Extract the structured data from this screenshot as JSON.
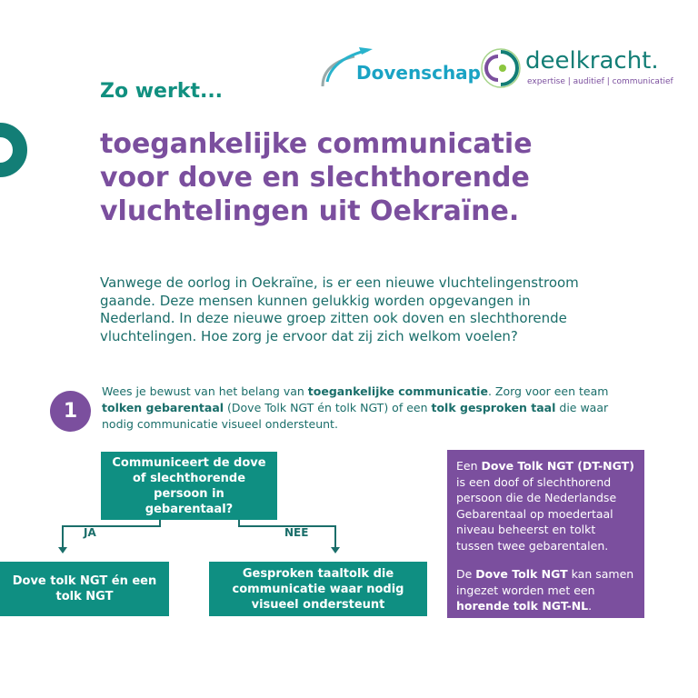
{
  "header": {
    "kicker": "Zo werkt...",
    "logos": {
      "dovenschap": "Dovenschap",
      "deelkracht": "deelkracht.",
      "deelkracht_tagline": "expertise | auditief | communicatief"
    }
  },
  "title": [
    "toegankelijke communicatie",
    "voor dove en slechthorende",
    "vluchtelingen uit Oekraïne."
  ],
  "intro": "Vanwege de oorlog in Oekraïne, is er een nieuwe vluchtelingenstroom gaande. Deze mensen kunnen gelukkig worden opgevangen in Nederland. In deze nieuwe groep zitten ook doven en slechthorende vluchtelingen. Hoe zorg je ervoor dat zij zich welkom voelen?",
  "step": {
    "number": "1",
    "t1": "Wees je bewust van het belang van ",
    "b1": "toegankelijke communicatie",
    "t2": ". Zorg voor een team ",
    "b2": "tolken gebarentaal",
    "t3": " (Dove Tolk NGT én tolk NGT) of een ",
    "b3": "tolk gesproken taal",
    "t4": " die waar nodig communicatie visueel ondersteunt."
  },
  "flow": {
    "question": "Communiceert de dove of slechthorende persoon in gebarentaal?",
    "yes_label": "JA",
    "no_label": "NEE",
    "yes_result": "Dove tolk NGT én een tolk NGT",
    "no_result": "Gesproken taaltolk die communicatie waar nodig visueel ondersteunt"
  },
  "info": {
    "p1a": "Een ",
    "p1b": "Dove Tolk NGT (DT-NGT)",
    "p1c": " is een doof of slechthorend persoon die de Nederlandse Gebarentaal op moedertaal niveau beheerst en tolkt tussen twee gebarentalen.",
    "p2a": "De ",
    "p2b": "Dove Tolk NGT",
    "p2c": " kan samen ingezet worden met een ",
    "p2d": "horende tolk NGT-NL",
    "p2e": "."
  },
  "colors": {
    "teal": "#0f8f82",
    "purple": "#7b4f9e",
    "text": "#1a6e6a"
  }
}
